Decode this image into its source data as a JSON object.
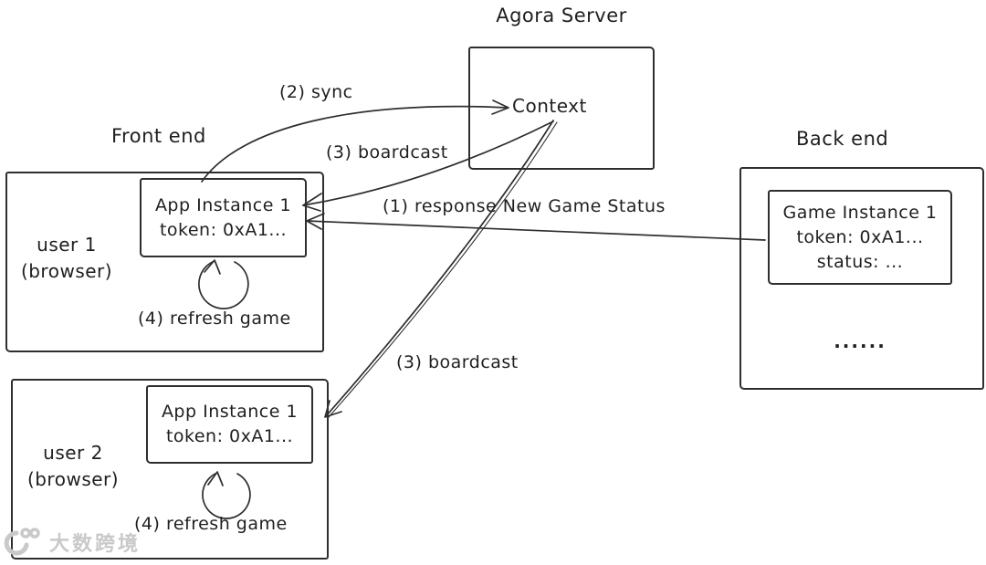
{
  "colors": {
    "stroke": "#2e2e2e",
    "text": "#1f1f1f",
    "watermark": "#c9c9c9"
  },
  "agora": {
    "title": "Agora Server",
    "context_label": "Context"
  },
  "sections": {
    "frontend": "Front end",
    "backend": "Back end"
  },
  "user1": {
    "name": "user 1",
    "device": "(browser)",
    "app": {
      "line1": "App Instance 1",
      "line2": "token: 0xA1..."
    },
    "refresh_label": "(4) refresh game"
  },
  "user2": {
    "name": "user 2",
    "device": "(browser)",
    "app": {
      "line1": "App Instance 1",
      "line2": "token: 0xA1..."
    },
    "refresh_label": "(4) refresh game"
  },
  "backend_box": {
    "game": {
      "line1": "Game Instance 1",
      "line2": "token: 0xA1...",
      "line3": "status: ..."
    },
    "ellipsis": "......"
  },
  "edges": {
    "sync": "(2) sync",
    "broadcast_user1": "(3) boardcast",
    "broadcast_user2": "(3) boardcast",
    "response": "(1) response New Game Status"
  },
  "watermark": {
    "text": "大数跨境"
  }
}
